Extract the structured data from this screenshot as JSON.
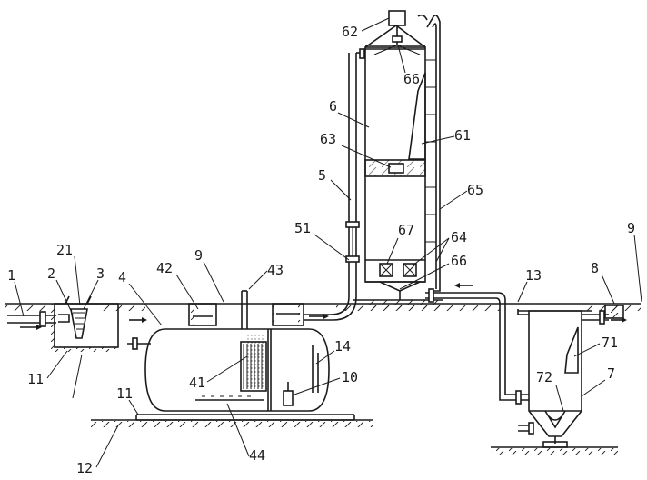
{
  "labels": {
    "l1": "1",
    "l2": "2",
    "l3": "3",
    "l21": "21",
    "l4": "4",
    "l42": "42",
    "l9a": "9",
    "l43": "43",
    "l11a": "11",
    "l11b": "11",
    "l41": "41",
    "l44": "44",
    "l12": "12",
    "l14": "14",
    "l10": "10",
    "l5": "5",
    "l51": "51",
    "l6": "6",
    "l62": "62",
    "l66a": "66",
    "l63": "63",
    "l61": "61",
    "l65": "65",
    "l67": "67",
    "l64": "64",
    "l66b": "66",
    "l13": "13",
    "l9b": "9",
    "l8": "8",
    "l71": "71",
    "l72": "72",
    "l7": "7"
  }
}
